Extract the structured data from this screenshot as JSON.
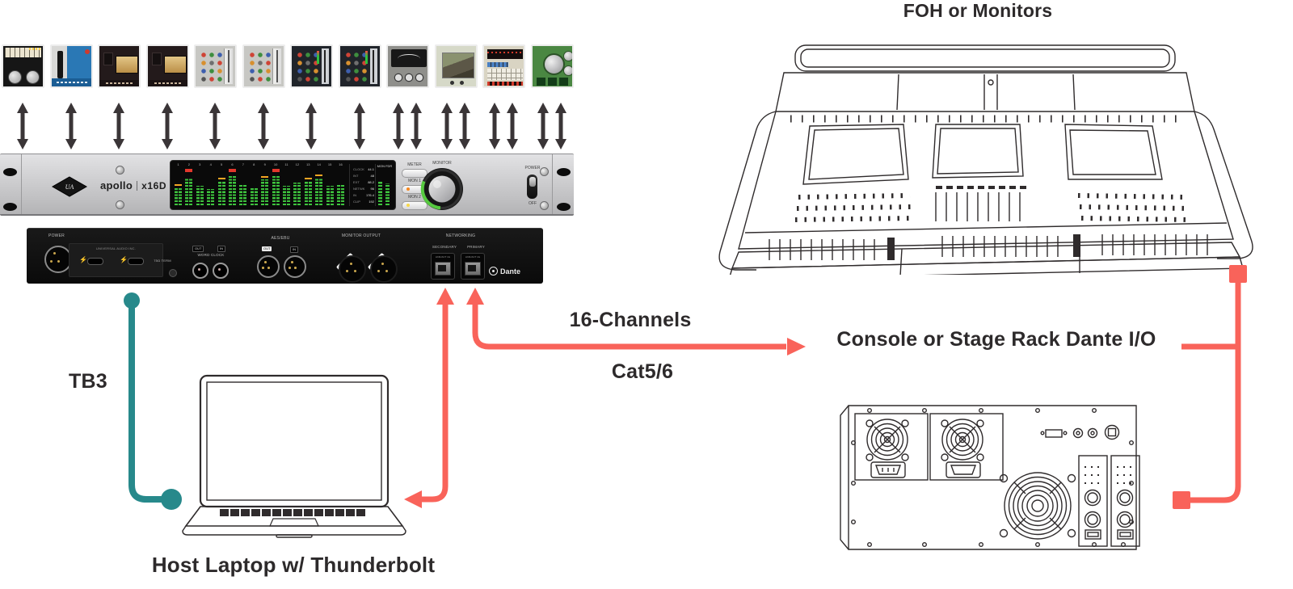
{
  "palette": {
    "red": "#f9635a",
    "teal": "#27898b",
    "label_text": "#2d2a2b",
    "line_art": "#2f2b2c",
    "meter_green": "#3ec43e",
    "meter_orange": "#f5a623",
    "meter_red": "#e2372c"
  },
  "labels": {
    "foh": "FOH or Monitors",
    "console_io": "Console or Stage Rack Dante I/O",
    "channels": "16-Channels",
    "cable": "Cat5/6",
    "tb3": "TB3",
    "host": "Host Laptop w/ Thunderbolt"
  },
  "plugins": {
    "items": [
      {
        "name": "distressor-compressor-plugin"
      },
      {
        "name": "blue-stripe-compressor-plugin"
      },
      {
        "name": "teletronix-leveling-amp-plugin"
      },
      {
        "name": "teletronix-leveling-amp-plugin"
      },
      {
        "name": "api-channel-strip-plugin"
      },
      {
        "name": "api-channel-strip-plugin"
      },
      {
        "name": "neve-channel-strip-plugin"
      },
      {
        "name": "neve-channel-strip-plugin"
      },
      {
        "name": "vu-meter-preamp-plugin"
      },
      {
        "name": "plate-reverb-plugin"
      },
      {
        "name": "digital-reverb-224-plugin"
      },
      {
        "name": "green-compressor-plugin"
      }
    ]
  },
  "front_panel": {
    "brand": "apollo",
    "model": "x16D",
    "channels": [
      "1",
      "2",
      "3",
      "4",
      "5",
      "6",
      "7",
      "8",
      "9",
      "10",
      "11",
      "12",
      "13",
      "14",
      "15",
      "16"
    ],
    "meter_levels": [
      0.55,
      0.85,
      0.6,
      0.5,
      0.75,
      0.9,
      0.65,
      0.55,
      0.8,
      0.9,
      0.6,
      0.7,
      0.75,
      0.85,
      0.6,
      0.65
    ],
    "meter_peaks": [
      "o",
      "r",
      "",
      "",
      "o",
      "r",
      "",
      "",
      "o",
      "r",
      "",
      "",
      "o",
      "o",
      "",
      ""
    ],
    "display": {
      "rows": [
        [
          "CLOCK",
          "44.1"
        ],
        [
          "INT",
          "48"
        ],
        [
          "EXT",
          "88.2"
        ],
        [
          "NETWK",
          "96"
        ],
        [
          "IN",
          "176.4"
        ],
        [
          "CLIP",
          "192"
        ]
      ],
      "mon_header": "MON FDR",
      "mon_levels": [
        0.8,
        0.72
      ]
    },
    "buttons": [
      "METER",
      "MON 1",
      "MON 2"
    ],
    "monitor_label": "MONITOR",
    "power_label": "POWER",
    "off_label": "OFF"
  },
  "rear_panel": {
    "power_label": "POWER",
    "ua_plate": "UNIVERSAL AUDIO INC.",
    "word_clock": "WORD CLOCK",
    "term": "75Ω TERM",
    "out": "OUT",
    "in": "IN",
    "aes": "AES/EBU",
    "monitor_output": "MONITOR OUTPUT",
    "networking": "NETWORKING",
    "secondary": "SECONDARY",
    "primary": "PRIMARY",
    "link_act": "LINK/ACT",
    "gig": "1G",
    "dante": "Dante"
  }
}
